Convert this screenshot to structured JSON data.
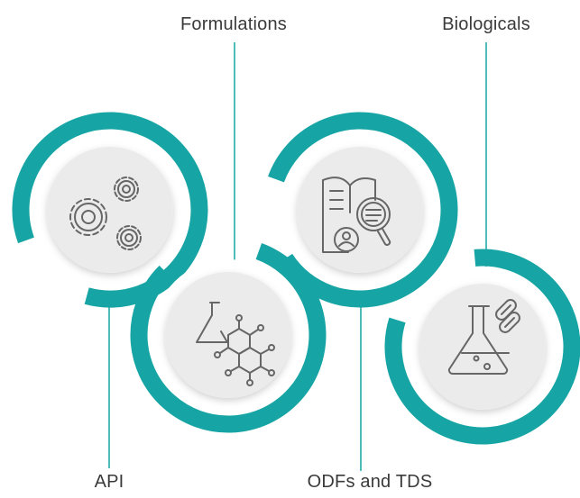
{
  "colors": {
    "ring": "#16a5a4",
    "connector": "#16a5a4",
    "disc": "#ebebeb",
    "icon": "#666666",
    "label": "#3a3a3a"
  },
  "items": [
    {
      "label": "API",
      "icon": "gears-icon"
    },
    {
      "label": "Formulations",
      "icon": "flask-molecule-icon"
    },
    {
      "label": "ODFs and TDS",
      "icon": "document-research-icon"
    },
    {
      "label": "Biologicals",
      "icon": "flask-pills-icon"
    }
  ]
}
